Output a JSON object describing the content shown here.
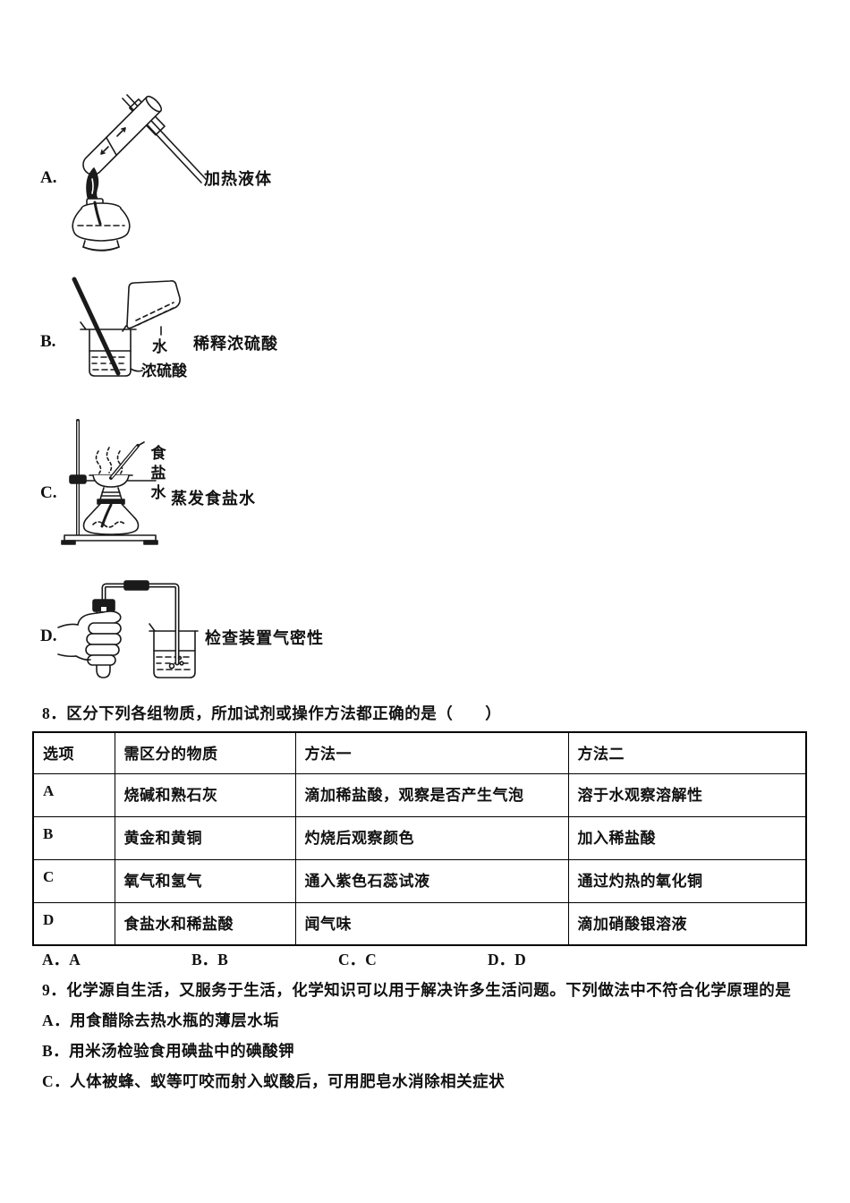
{
  "document": {
    "apparatus_options": [
      {
        "letter": "A.",
        "caption": "加热液体"
      },
      {
        "letter": "B.",
        "caption": "稀释浓硫酸",
        "label_water": "水",
        "label_acid": "浓硫酸"
      },
      {
        "letter": "C.",
        "caption": "蒸发食盐水",
        "label_salt_water": "食盐水"
      },
      {
        "letter": "D.",
        "caption": "检查装置气密性"
      }
    ],
    "question8": {
      "stem": "8．区分下列各组物质，所加试剂或操作方法都正确的是（　　）",
      "table": {
        "headers": [
          "选项",
          "需区分的物质",
          "方法一",
          "方法二"
        ],
        "rows": [
          [
            "A",
            "烧碱和熟石灰",
            "滴加稀盐酸，观察是否产生气泡",
            "溶于水观察溶解性"
          ],
          [
            "B",
            "黄金和黄铜",
            "灼烧后观察颜色",
            "加入稀盐酸"
          ],
          [
            "C",
            "氧气和氢气",
            "通入紫色石蕊试液",
            "通过灼热的氧化铜"
          ],
          [
            "D",
            "食盐水和稀盐酸",
            "闻气味",
            "滴加硝酸银溶液"
          ]
        ]
      },
      "choices": [
        "A．A",
        "B．B",
        "C．C",
        "D．D"
      ]
    },
    "question9": {
      "stem": "9．化学源自生活，又服务于生活，化学知识可以用于解决许多生活问题。下列做法中不符合化学原理的是",
      "options": [
        "A．用食醋除去热水瓶的薄层水垢",
        "B．用米汤检验食用碘盐中的碘酸钾",
        "C．人体被蜂、蚁等叮咬而射入蚁酸后，可用肥皂水消除相关症状"
      ]
    },
    "colors": {
      "ink": "#111111",
      "paper": "#ffffff"
    }
  }
}
